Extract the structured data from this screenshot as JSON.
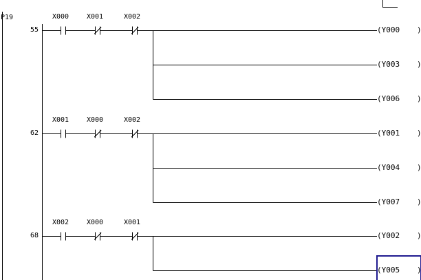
{
  "program_label": "P19",
  "rungs": [
    {
      "step": "55",
      "contacts": [
        {
          "device": "X000",
          "type": "NO"
        },
        {
          "device": "X001",
          "type": "NC"
        },
        {
          "device": "X002",
          "type": "NC"
        }
      ],
      "coils": [
        "(Y000",
        "(Y003",
        "(Y006"
      ]
    },
    {
      "step": "62",
      "contacts": [
        {
          "device": "X001",
          "type": "NO"
        },
        {
          "device": "X000",
          "type": "NC"
        },
        {
          "device": "X002",
          "type": "NC"
        }
      ],
      "coils": [
        "(Y001",
        "(Y004",
        "(Y007"
      ]
    },
    {
      "step": "68",
      "contacts": [
        {
          "device": "X002",
          "type": "NO"
        },
        {
          "device": "X000",
          "type": "NC"
        },
        {
          "device": "X001",
          "type": "NC"
        }
      ],
      "coils": [
        "(Y002",
        "(Y005"
      ]
    }
  ],
  "coil_close": ")",
  "selected_coil": "(Y005",
  "colors": {
    "line": "#000000",
    "cursor": "#1f1a8f",
    "background": "#ffffff"
  }
}
